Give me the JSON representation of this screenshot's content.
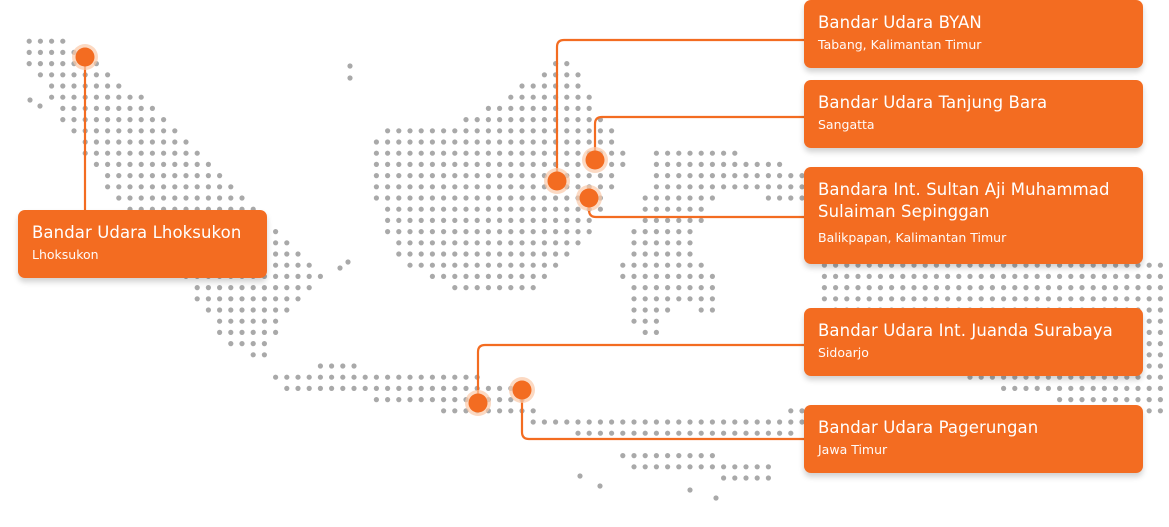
{
  "colors": {
    "accent": "#f36c21",
    "dot": "#a9a9a9",
    "marker_glow": "#fbc9a8"
  },
  "airports": [
    {
      "id": "byan",
      "name": "Bandar Udara BYAN",
      "location": "Tabang, Kalimantan Timur"
    },
    {
      "id": "tanjung",
      "name": "Bandar Udara Tanjung Bara",
      "location": "Sangatta"
    },
    {
      "id": "sepinggan",
      "name": "Bandara Int. Sultan Aji Muhammad Sulaiman Sepinggan",
      "location": "Balikpapan, Kalimantan Timur"
    },
    {
      "id": "juanda",
      "name": "Bandar Udara Int. Juanda Surabaya",
      "location": "Sidoarjo"
    },
    {
      "id": "pagerungan",
      "name": "Bandar Udara Pagerungan",
      "location": "Jawa Timur"
    },
    {
      "id": "lhoksukon",
      "name": "Bandar Udara Lhoksukon",
      "location": "Lhoksukon"
    }
  ]
}
